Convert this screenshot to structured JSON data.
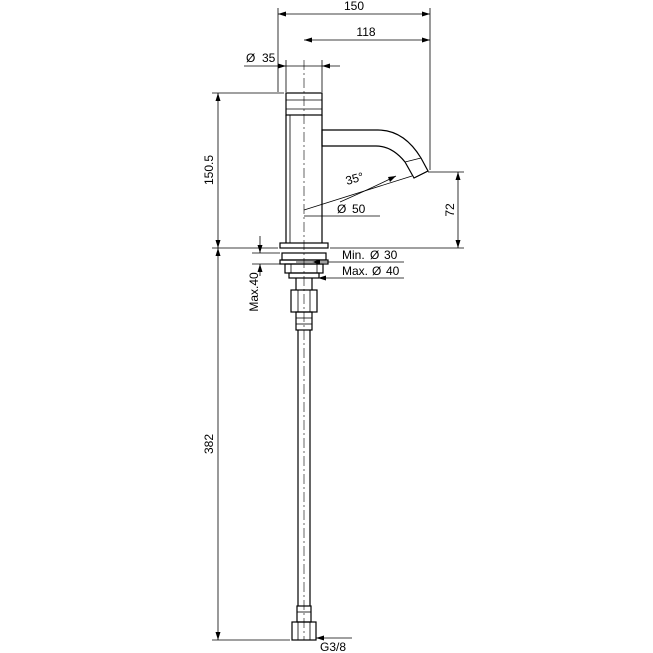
{
  "dimensions": {
    "overall_reach": "150",
    "spout_reach": "118",
    "body_diameter": "35",
    "body_height": "150.5",
    "spout_angle": "35°",
    "base_diameter": "50",
    "spout_height": "72",
    "hole_min": "Min.",
    "hole_min_value": "30",
    "hole_max": "Max.",
    "hole_max_value": "40",
    "deck_thickness": "Max.40",
    "hose_length": "382",
    "connection": "G3/8"
  },
  "symbols": {
    "diameter": "Ø"
  }
}
